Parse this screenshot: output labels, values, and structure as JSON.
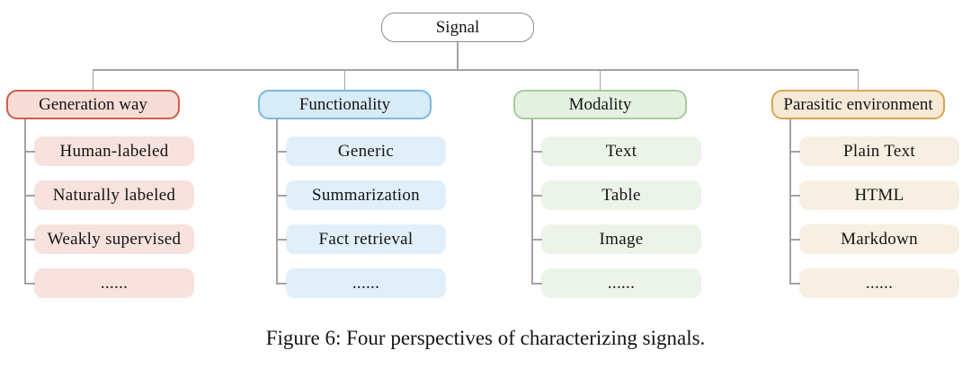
{
  "colors": {
    "line": "#a3a3a3",
    "root_border": "#8c8c8c",
    "root_fill": "#ffffff",
    "text": "#141414"
  },
  "tree": {
    "root": {
      "label": "Signal"
    },
    "branches": [
      {
        "id": "generation-way",
        "label": "Generation way",
        "border_color": "#cf5b4c",
        "fill_color": "#f8dcd6",
        "child_fill_color": "#f7e2dd",
        "children": [
          "Human-labeled",
          "Naturally labeled",
          "Weakly supervised",
          "......"
        ]
      },
      {
        "id": "functionality",
        "label": "Functionality",
        "border_color": "#7bb9dd",
        "fill_color": "#d8ebf8",
        "child_fill_color": "#e0effa",
        "children": [
          "Generic",
          "Summarization",
          "Fact retrieval",
          "......"
        ]
      },
      {
        "id": "modality",
        "label": "Modality",
        "border_color": "#a6cb9d",
        "fill_color": "#e5f1e0",
        "child_fill_color": "#ecf4e9",
        "children": [
          "Text",
          "Table",
          "Image",
          "......"
        ]
      },
      {
        "id": "parasitic-environment",
        "label": "Parasitic environment",
        "border_color": "#dda250",
        "fill_color": "#f6ead7",
        "child_fill_color": "#f7efe1",
        "children": [
          "Plain Text",
          "HTML",
          "Markdown",
          "......"
        ]
      }
    ]
  },
  "caption": "Figure 6: Four perspectives of characterizing signals."
}
